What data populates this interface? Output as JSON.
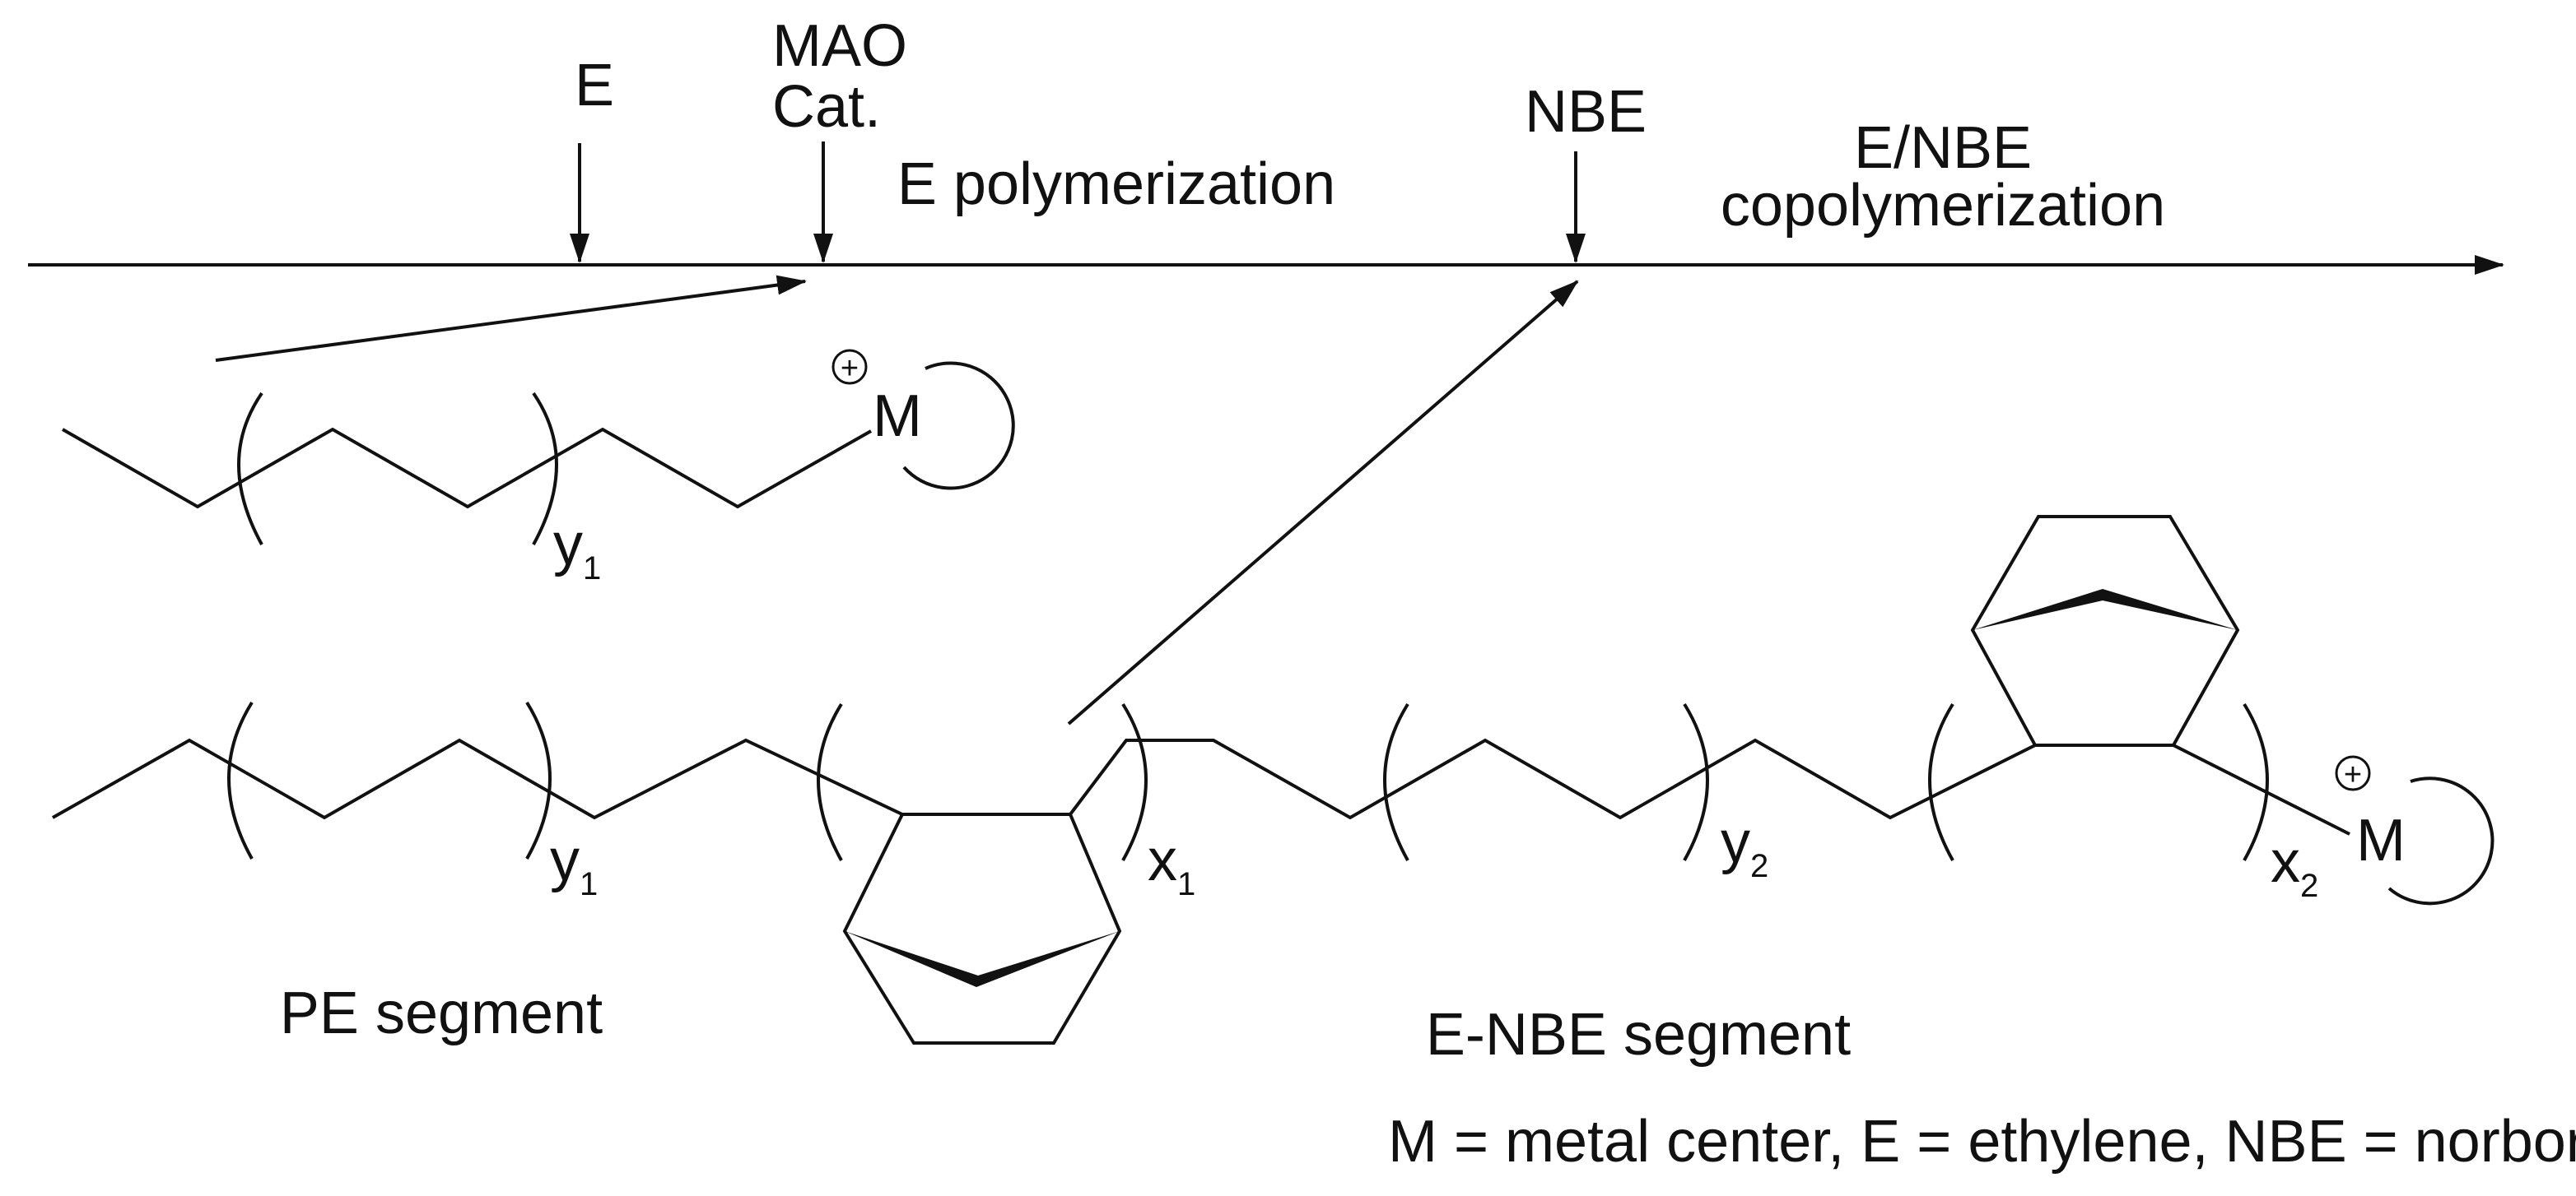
{
  "timeline": {
    "step_e": "E",
    "step_mao": "MAO",
    "step_cat": "Cat.",
    "step_nbe": "NBE",
    "phase_e_polymerization": "E polymerization",
    "phase_copoly_line1": "E/NBE",
    "phase_copoly_line2": "copolymerization"
  },
  "chain1": {
    "repeat_label": "y",
    "repeat_subscript": "1",
    "metal": "M",
    "charge": "+"
  },
  "chain2": {
    "pe_repeat_label": "y",
    "pe_repeat_subscript": "1",
    "nbe1_repeat_label": "x",
    "nbe1_repeat_subscript": "1",
    "pe2_repeat_label": "y",
    "pe2_repeat_subscript": "2",
    "nbe2_repeat_label": "x",
    "nbe2_repeat_subscript": "2",
    "metal": "M",
    "charge": "+"
  },
  "labels": {
    "pe_segment": "PE segment",
    "enbe_segment": "E-NBE segment",
    "legend": "M = metal center, E = ethylene, NBE = norbornene"
  }
}
